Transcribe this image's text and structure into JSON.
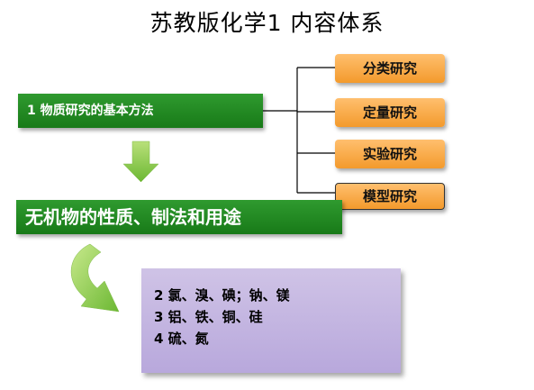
{
  "title": "苏教版化学1   内容体系",
  "method_box": "1  物质研究的基本方法",
  "methods": [
    "分类研究",
    "定量研究",
    "实验研究",
    "模型研究"
  ],
  "main_box": "无机物的性质、制法和用途",
  "content_items": [
    "2  氯、溴、碘；钠、镁",
    "3  铝、铁、铜、硅",
    "4  硫、氮"
  ],
  "colors": {
    "green": "#218a21",
    "orange": "#f5a23a",
    "purple": "#c3b4e1",
    "connector": "#000000"
  }
}
